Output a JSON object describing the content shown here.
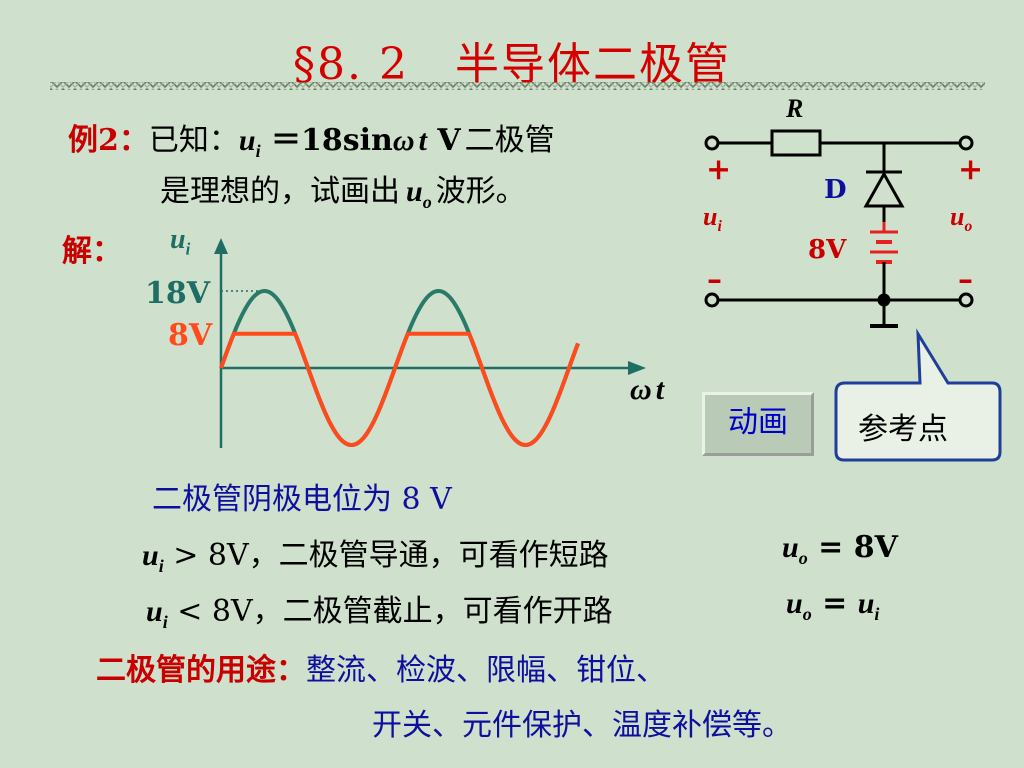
{
  "title": "§8. 2　半导体二极管",
  "example": {
    "label": "例2：",
    "line1_prefix": "已知：",
    "var_u": "u",
    "sub_i": "i",
    "equation": " ＝18sin",
    "omega": "ω",
    "t": "t",
    "unit_v": " V",
    "line1_suffix": "二极管",
    "line2_prefix": "是理想的，试画出",
    "sub_o": "o",
    "line2_suffix": "波形。"
  },
  "solution_label": "解：",
  "plot": {
    "y_label_var": "u",
    "y_label_sub": "i",
    "level_high": "18V",
    "level_clip": "8V",
    "x_label_omega": "ω",
    "x_label_t": "t"
  },
  "circuit": {
    "resistor": "R",
    "diode": "D",
    "battery": "8V",
    "plus": "+",
    "minus": "–",
    "in_var": "u",
    "in_sub": "i",
    "out_var": "u",
    "out_sub": "o"
  },
  "anim_button": "动画",
  "callout": "参考点",
  "notes": {
    "cathode": "二极管阴极电位为 8 V",
    "on_cond": " > 8V，二极管导通，可看作短路",
    "on_result": " = 8V",
    "off_cond": " < 8V，二极管截止，可看作开路",
    "off_result": " = ",
    "uses_label": "二极管的用途：",
    "uses_line1": "整流、检波、限幅、钳位、",
    "uses_line2": "开关、元件保护、温度补偿等。"
  },
  "colors": {
    "title": "#d40000",
    "input_wave": "#2a7a6a",
    "output_wave": "#ff4a1c",
    "text_blue": "#0f0f9e"
  }
}
